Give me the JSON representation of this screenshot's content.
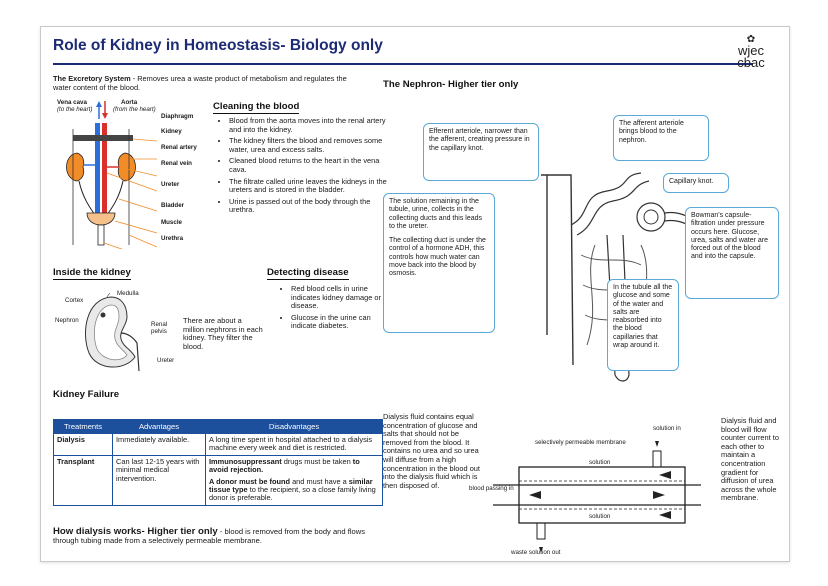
{
  "title": "Role of Kidney in Homeostasis- Biology only",
  "logo": {
    "line1": "wjec",
    "line2": "cbac"
  },
  "excretory": {
    "lead": "The Excretory System",
    "text": " - Removes urea a waste product of metabolism and regulates the water content of the blood."
  },
  "diagram_labels": {
    "vena_cava": "Vena cava",
    "vena_cava_sub": "(to the heart)",
    "aorta": "Aorta",
    "aorta_sub": "(from the heart)",
    "diaphragm": "Diaphragm",
    "kidney": "Kidney",
    "renal_artery": "Renal artery",
    "renal_vein": "Renal vein",
    "ureter": "Ureter",
    "bladder": "Bladder",
    "muscle": "Muscle",
    "urethra": "Urethra"
  },
  "cleaning": {
    "heading": "Cleaning the blood",
    "bullets": [
      "Blood from the aorta moves into the renal artery and into the kidney.",
      "The kidney filters the blood and removes some water, urea and excess salts.",
      "Cleaned blood returns to the heart in the vena cava.",
      "The filtrate called urine leaves the kidneys in the ureters and is stored in the bladder.",
      "Urine is passed out of the body through the urethra."
    ]
  },
  "inside": {
    "heading": "Inside the kidney",
    "labels": {
      "medulla": "Medulla",
      "cortex": "Cortex",
      "nephron": "Nephron",
      "renal_pelvis_1": "Renal",
      "renal_pelvis_2": "pelvis",
      "ureter": "Ureter"
    },
    "text": "There are about a million nephrons in each kidney. They filter the blood."
  },
  "detecting": {
    "heading": "Detecting disease",
    "bullets": [
      "Red blood cells in urine indicates kidney damage or disease.",
      "Glucose in the urine can indicate diabetes."
    ]
  },
  "nephron": {
    "heading": "The Nephron- Higher tier only",
    "efferent": "Efferent arteriole, narrower than the afferent, creating pressure in the capillary knot.",
    "afferent": "The afferent arteriole brings blood to the nephron.",
    "capillary": "Capillary knot.",
    "bowman": "Bowman's capsule- filtration under pressure occurs here. Glucose, urea, salts and water are forced out of the blood and into the capsule.",
    "solution": "The solution remaining in the tubule, urine, collects in the collecting ducts and this leads to the ureter.",
    "collecting": "The collecting duct is under the control of a hormone ADH, this controls how much water can move back into the blood by osmosis.",
    "tubule": "In the tubule all the glucose and some of the water and salts are reabsorbed into the blood capillaries that wrap around it."
  },
  "failure": {
    "heading": "Kidney Failure",
    "headers": [
      "Treatments",
      "Advantages",
      "Disadvantages"
    ],
    "dialysis_name": "Dialysis",
    "dialysis_adv": "Immediately available.",
    "dialysis_dis": "A long time spent in hospital attached to a dialysis machine every week and diet is restricted.",
    "transplant_name": "Transplant",
    "transplant_adv": "Can last 12-15 years with minimal medical intervention.",
    "transplant_dis1_b": "Immunosuppressant",
    "transplant_dis1_a": " drugs must be taken ",
    "transplant_dis1_c": "to avoid rejection.",
    "transplant_dis2_b": "A donor must be found",
    "transplant_dis2_a": " and must have a ",
    "transplant_dis2_c": "similar tissue type",
    "transplant_dis2_d": " to the recipient, so a close family living donor is preferable."
  },
  "dialysis_fluid_text": "Dialysis fluid contains equal concentration of glucose and salts that should not be removed from the blood. It contains no urea and so urea will diffuse from a high concentration in the blood out into the dialysis fluid which is then disposed of.",
  "dialysis_diagram": {
    "solution_in": "solution in",
    "membrane": "selectively permeable membrane",
    "solution_top": "solution",
    "solution_bottom": "solution",
    "blood_in": "blood passing in",
    "waste_out": "waste solution out"
  },
  "counter_current": "Dialysis fluid and blood will flow counter current to each other to maintain a concentration gradient for diffusion of urea across the whole membrane.",
  "how_dialysis": {
    "heading": "How dialysis works- Higher tier only",
    "text": " - blood is removed from the body and flows through tubing made from a selectively permeable membrane."
  },
  "colors": {
    "title": "#1c2b73",
    "table_header": "#1c4f9c",
    "callout_border": "#5aa9d6",
    "vessel_red": "#d9302c",
    "vessel_blue": "#2c6fd9",
    "organ_orange": "#f28c28"
  }
}
